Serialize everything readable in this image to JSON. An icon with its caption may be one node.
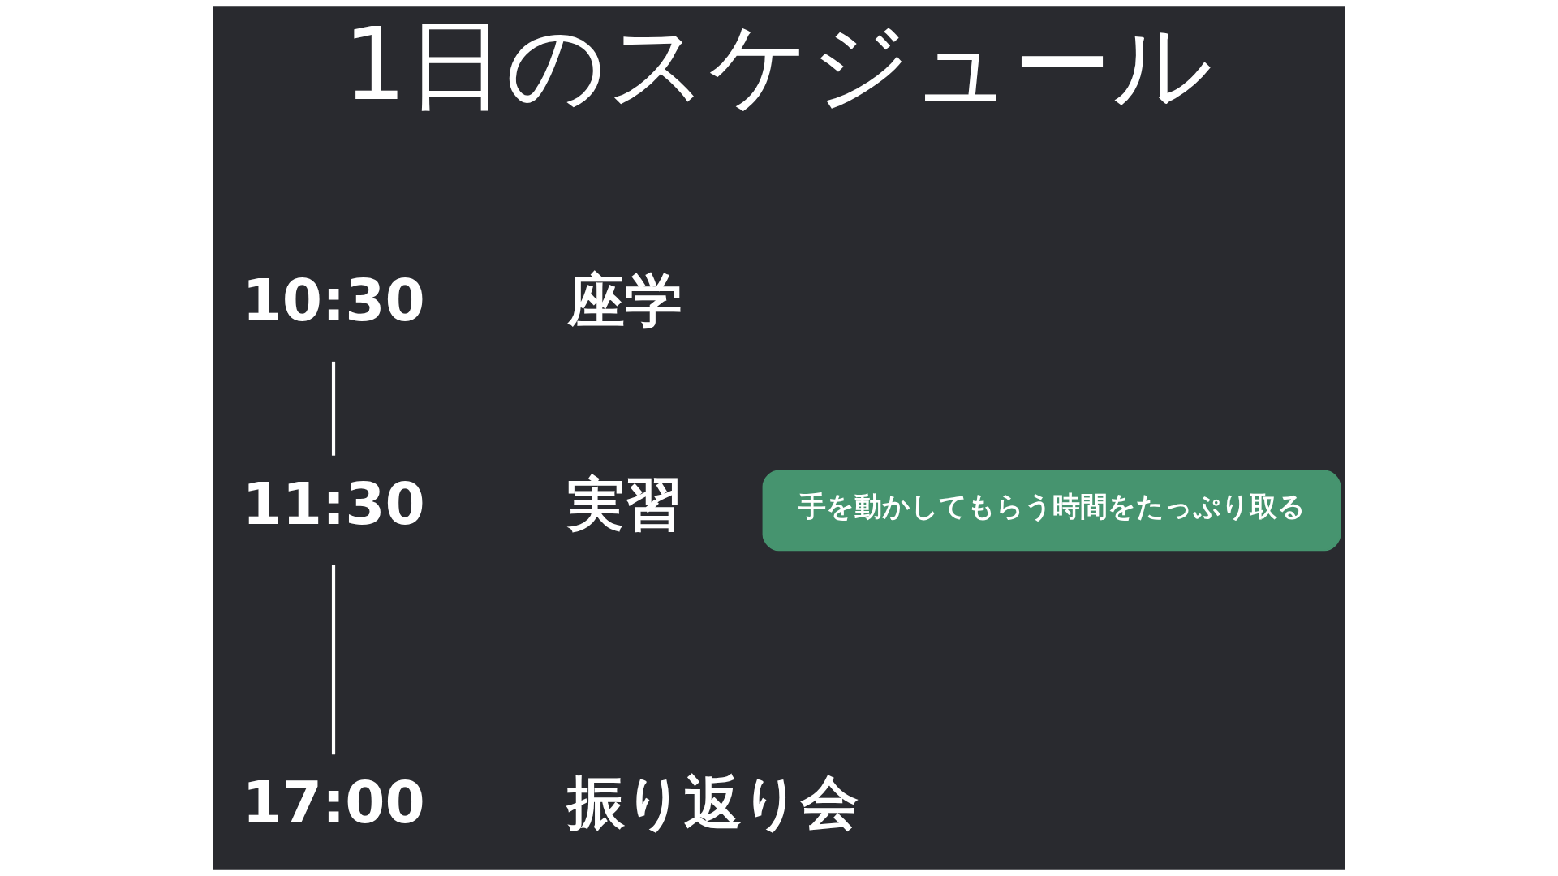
{
  "diagram": {
    "title": "1日のスケジュール",
    "nodes": [
      {
        "text": [
          "10:30"
        ],
        "beside": [
          "座学"
        ]
      },
      {
        "text": [
          "11:30"
        ],
        "beside": [
          "実習"
        ]
      },
      {
        "text": [
          "17:00"
        ],
        "beside": [
          "振り返り会"
        ]
      },
      {
        "text": [
          "手を動かしてもらう時間をたっぷり取る"
        ]
      }
    ],
    "edges": [
      {
        "from": 0,
        "to": 1,
        "arrow": "none"
      },
      {
        "from": 1,
        "to": 2,
        "arrow": "none"
      }
    ]
  }
}
